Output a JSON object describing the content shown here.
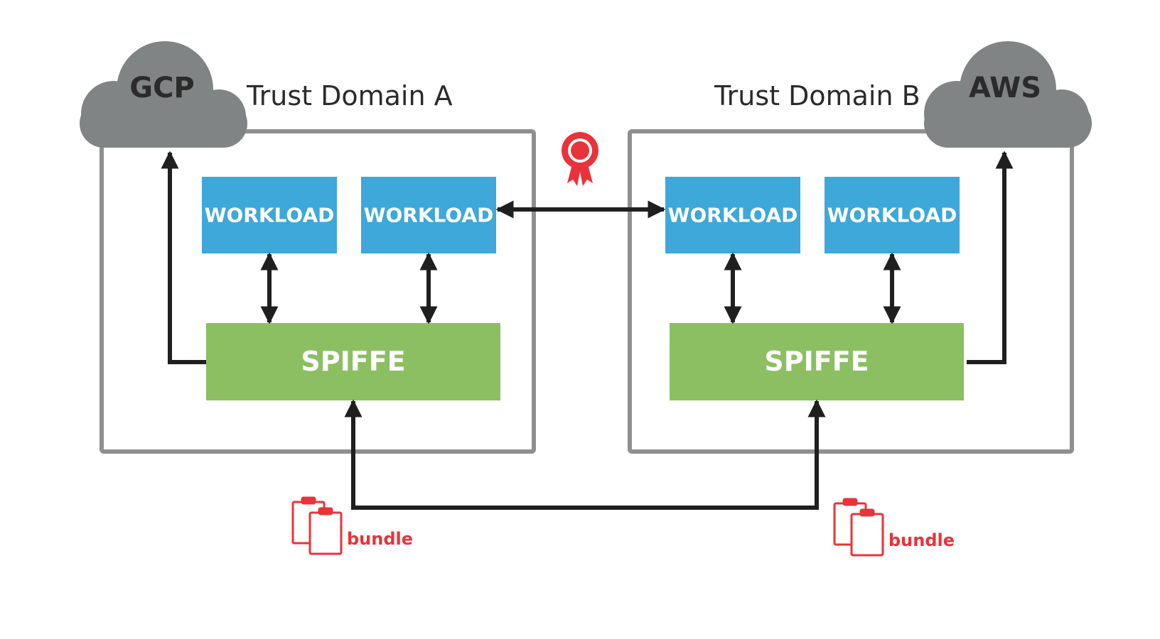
{
  "domain_a": {
    "label": "Trust Domain A",
    "cloud": "GCP",
    "workloads": [
      "WORKLOAD",
      "WORKLOAD"
    ],
    "spiffe": "SPIFFE"
  },
  "domain_b": {
    "label": "Trust Domain B",
    "cloud": "AWS",
    "workloads": [
      "WORKLOAD",
      "WORKLOAD"
    ],
    "spiffe": "SPIFFE"
  },
  "bundles": [
    "bundle",
    "bundle"
  ],
  "icons": {
    "certificate": "ribbon-badge-icon",
    "bundle": "clipboard-stack-icon",
    "cloud": "cloud-icon"
  },
  "colors": {
    "workload": "#3da8d9",
    "spiffe": "#8bbf62",
    "cloud": "#808485",
    "border": "#8f8f8f",
    "arrow": "#1f1f1f",
    "accent": "#e8333a"
  }
}
